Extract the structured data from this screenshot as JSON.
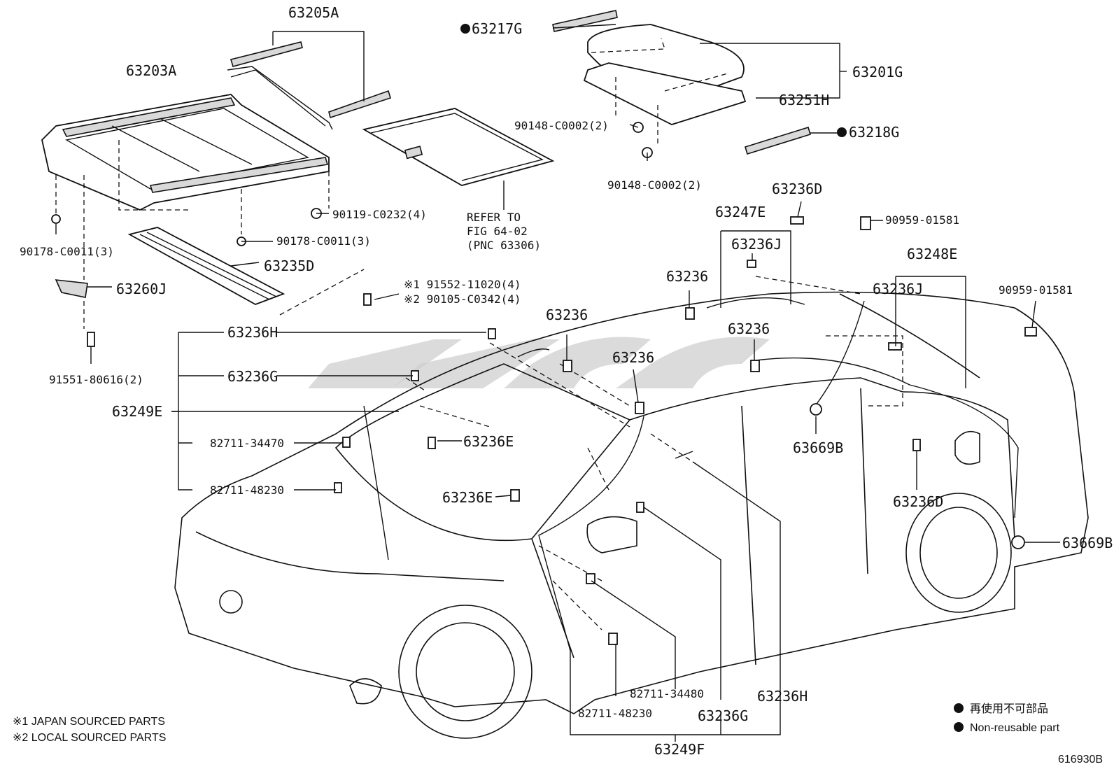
{
  "parts": {
    "p63205A": "63205A",
    "p63203A": "63203A",
    "p63217G": "63217G",
    "p63201G": "63201G",
    "p63251H": "63251H",
    "p63218G": "63218G",
    "p90148_a": "90148-C0002(2)",
    "p90148_b": "90148-C0002(2)",
    "p90119": "90119-C0232(4)",
    "p90178_a": "90178-C0011(3)",
    "p90178_b": "90178-C0011(3)",
    "p63235D": "63235D",
    "p63260J": "63260J",
    "p91552": "※1 91552-11020(4)",
    "p90105": "※2 90105-C0342(4)",
    "p91551": "91551-80616(2)",
    "refer1": "REFER TO",
    "refer2": "FIG 64-02",
    "refer3": "(PNC 63306)",
    "p63247E": "63247E",
    "p63236D_top": "63236D",
    "p90959_a": "90959-01581",
    "p63236J_a": "63236J",
    "p63248E": "63248E",
    "p63236_a": "63236",
    "p63236J_b": "63236J",
    "p90959_b": "90959-01581",
    "p63236H_top": "63236H",
    "p63236_b": "63236",
    "p63236_c": "63236",
    "p63236_d": "63236",
    "p63236G_top": "63236G",
    "p63249E": "63249E",
    "p82711_34470": "82711-34470",
    "p63236E_a": "63236E",
    "p63669B_a": "63669B",
    "p82711_48230_a": "82711-48230",
    "p63236E_b": "63236E",
    "p63236D_bot": "63236D",
    "p63669B_b": "63669B",
    "p82711_34480": "82711-34480",
    "p63236H_bot": "63236H",
    "p82711_48230_b": "82711-48230",
    "p63236G_bot": "63236G",
    "p63249F": "63249F"
  },
  "notes": {
    "japan": "※1 JAPAN SOURCED PARTS",
    "local": "※2 LOCAL SOURCED PARTS"
  },
  "legend": {
    "ja": "再使用不可部品",
    "en": "Non-reusable part"
  },
  "figure_id": "616930B"
}
